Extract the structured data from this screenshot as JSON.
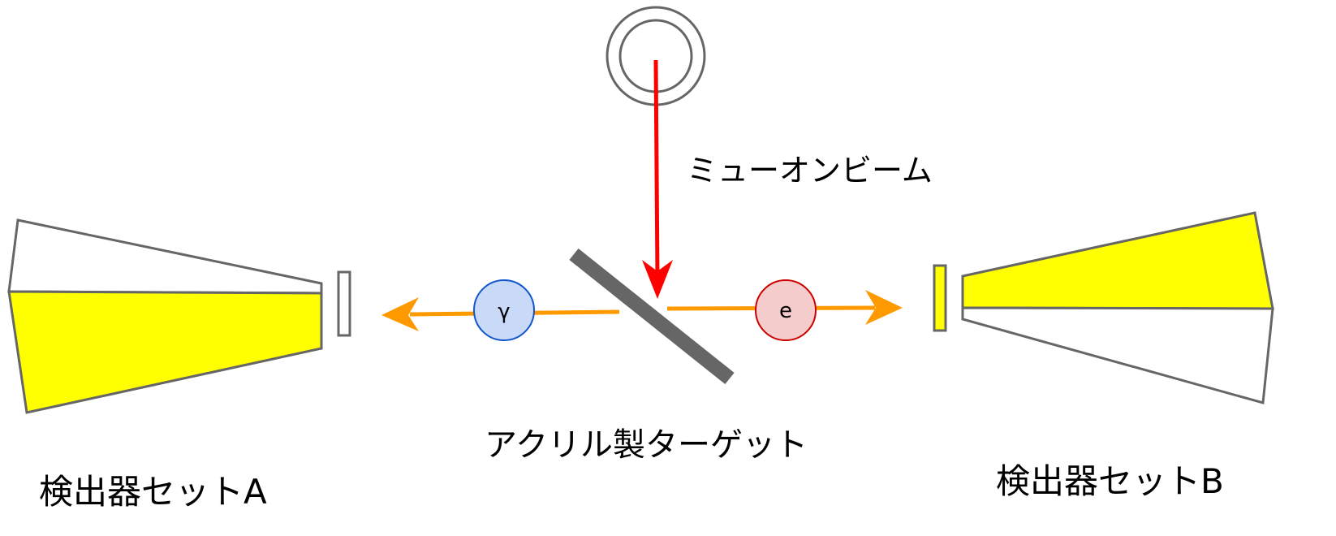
{
  "labels": {
    "beam": "ミューオンビーム",
    "target": "アクリル製ターゲット",
    "detector_a": "検出器セットA",
    "detector_b": "検出器セットB"
  },
  "particles": {
    "gamma": "γ",
    "electron": "e"
  },
  "colors": {
    "beam_arrow": "#ff0000",
    "emission_arrow": "#ff9900",
    "target": "#666666",
    "detector_outline": "#666666",
    "detector_lit": "#ffff00",
    "gamma_fill": "#c9daf8",
    "gamma_stroke": "#1155cc",
    "electron_fill": "#f4cccc",
    "electron_stroke": "#cc0000"
  }
}
